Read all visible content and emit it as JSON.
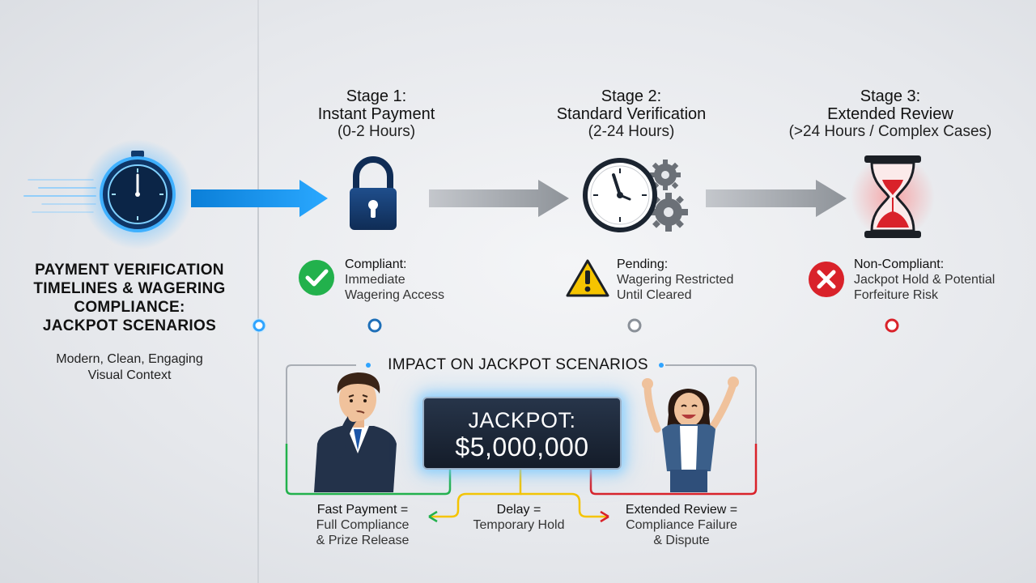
{
  "left": {
    "title_lines": [
      "PAYMENT VERIFICATION",
      "TIMELINES & WAGERING",
      "COMPLIANCE:",
      "JACKPOT SCENARIOS"
    ],
    "subtitle_lines": [
      "Modern, Clean, Engaging",
      "Visual Context"
    ]
  },
  "stages": [
    {
      "title": "Stage 1:",
      "name": "Instant Payment",
      "time": "(0-2 Hours)",
      "status_head": "Compliant:",
      "status_lines": [
        "Immediate",
        "Wagering Access"
      ],
      "color": "#22b14c"
    },
    {
      "title": "Stage 2:",
      "name": "Standard Verification",
      "time": "(2-24 Hours)",
      "status_head": "Pending:",
      "status_lines": [
        "Wagering Restricted",
        "Until Cleared"
      ],
      "color": "#f5c400"
    },
    {
      "title": "Stage 3:",
      "name": "Extended Review",
      "time": "(>24 Hours / Complex Cases)",
      "status_head": "Non-Compliant:",
      "status_lines": [
        "Jackpot Hold & Potential",
        "Forfeiture Risk"
      ],
      "color": "#d9222a"
    }
  ],
  "impact": {
    "title": "IMPACT ON JACKPOT SCENARIOS",
    "jackpot_label": "JACKPOT:",
    "jackpot_amount": "$5,000,000",
    "outcomes": [
      {
        "lines": [
          "Fast Payment =",
          "Full Compliance",
          "& Prize Release"
        ],
        "color": "#22b14c"
      },
      {
        "lines": [
          "Delay =",
          "Temporary Hold"
        ],
        "color": "#f5c400"
      },
      {
        "lines": [
          "Extended Review =",
          "Compliance Failure",
          "& Dispute"
        ],
        "color": "#d9222a"
      }
    ]
  },
  "icons": [
    "stopwatch-icon",
    "padlock-icon",
    "clock-gears-icon",
    "hourglass-icon",
    "checkmark-icon",
    "warning-icon",
    "cross-icon",
    "worried-man-icon",
    "celebrating-woman-icon"
  ],
  "colors": {
    "accent_blue": "#1e90ff",
    "glow": "#7fd0ff"
  }
}
